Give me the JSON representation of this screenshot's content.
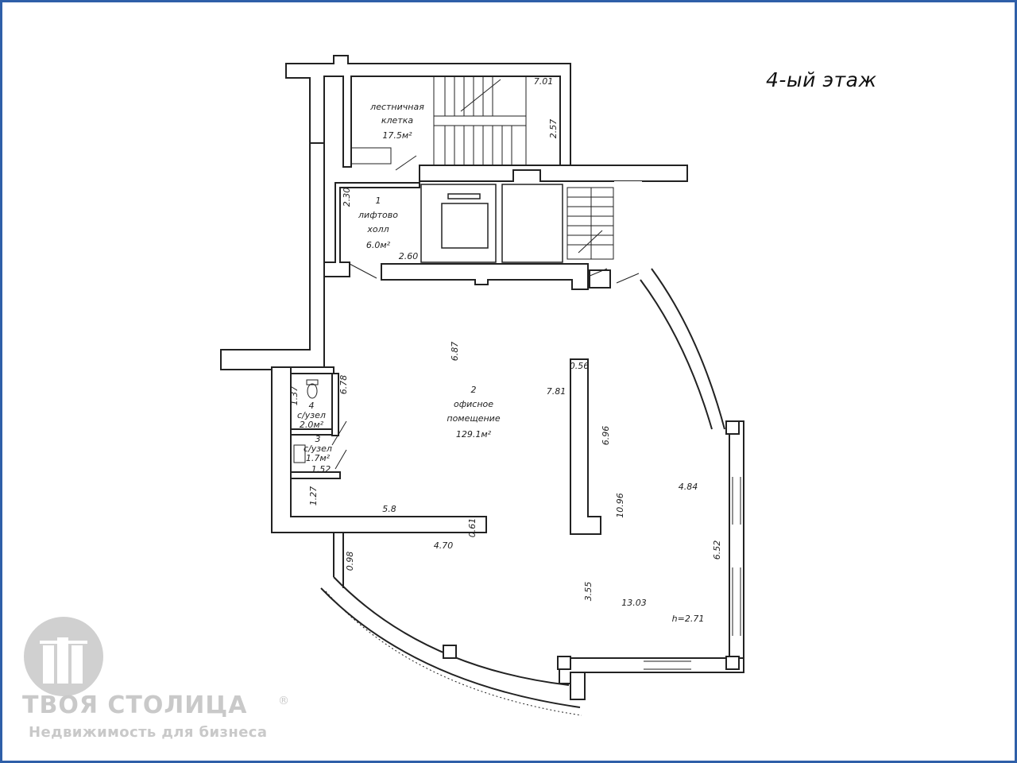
{
  "floor_title": "4-ый этаж",
  "rooms": {
    "stair": {
      "line1": "лестничная",
      "line2": "клетка",
      "area": "17.5м²"
    },
    "lift_hall": {
      "number": "1",
      "line1": "лифтово",
      "line2": "холл",
      "area": "6.0м²"
    },
    "office": {
      "number": "2",
      "line1": "офисное",
      "line2": "помещение",
      "area": "129.1м²"
    },
    "wc4": {
      "number": "4",
      "line1": "с/узел",
      "area": "2.0м²"
    },
    "wc3": {
      "number": "3",
      "line1": "с/узел",
      "area": "1.7м²"
    }
  },
  "dimensions": {
    "d701": "7.01",
    "d257": "2.57",
    "d230": "2.30",
    "d260": "2.60",
    "d687": "6.87",
    "d781": "7.81",
    "d056": "0.56",
    "d696": "6.96",
    "d1096": "10.96",
    "d484": "4.84",
    "d652": "6.52",
    "d1303": "13.03",
    "d355": "3.55",
    "height": "h=2.71",
    "d678": "6.78",
    "d137": "1.37",
    "d152": "1.52",
    "d127": "1.27",
    "d58": "5.8",
    "d470": "4.70",
    "d098": "0.98",
    "d061": "0.61"
  },
  "brand": {
    "name": "ТВОЯ СТОЛИЦА",
    "reg": "®",
    "tagline": "Недвижимость для бизнеса",
    "color": "#c9c9c9"
  },
  "frame_color": "#2f5fa8"
}
